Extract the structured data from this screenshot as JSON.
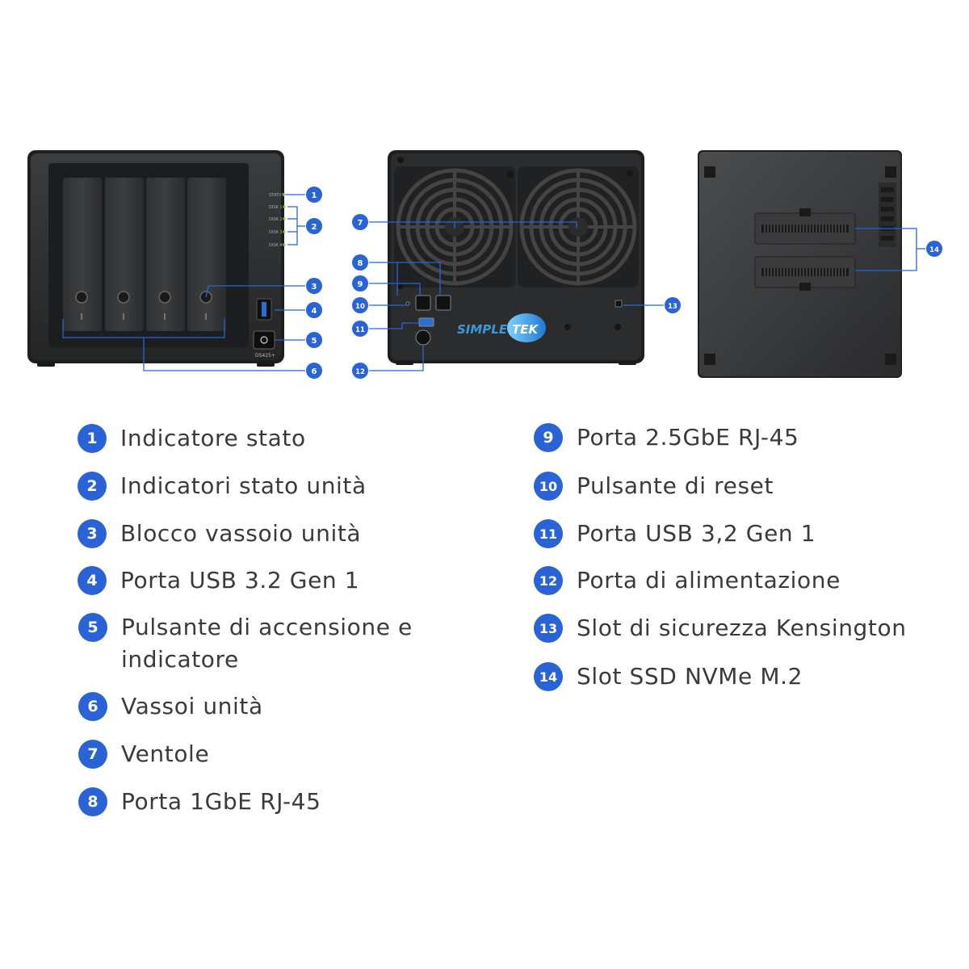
{
  "device": {
    "front_led_labels": [
      "STATUS",
      "DISK 1",
      "DISK 2",
      "DISK 3",
      "DISK 4"
    ],
    "model_label": "DS425+",
    "brand_logo": {
      "part1": "SIMPLE",
      "part2": "TEK"
    }
  },
  "callouts": [
    "1",
    "2",
    "3",
    "4",
    "5",
    "6",
    "7",
    "8",
    "9",
    "10",
    "11",
    "12",
    "13",
    "14"
  ],
  "legend": [
    {
      "num": "1",
      "label": "Indicatore stato"
    },
    {
      "num": "2",
      "label": "Indicatori stato unità"
    },
    {
      "num": "3",
      "label": "Blocco vassoio unità"
    },
    {
      "num": "4",
      "label": "Porta USB 3.2 Gen 1"
    },
    {
      "num": "5",
      "label": "Pulsante di accensione e indicatore"
    },
    {
      "num": "6",
      "label": "Vassoi unità"
    },
    {
      "num": "7",
      "label": "Ventole"
    },
    {
      "num": "8",
      "label": "Porta 1GbE RJ-45"
    },
    {
      "num": "9",
      "label": "Porta 2.5GbE RJ-45"
    },
    {
      "num": "10",
      "label": "Pulsante di reset"
    },
    {
      "num": "11",
      "label": "Porta USB 3,2 Gen 1"
    },
    {
      "num": "12",
      "label": "Porta di alimentazione"
    },
    {
      "num": "13",
      "label": "Slot di sicurezza Kensington"
    },
    {
      "num": "14",
      "label": "Slot SSD NVMe M.2"
    }
  ],
  "colors": {
    "badge": "#2a63d6",
    "device": "#2b2d2f",
    "text": "#3a3a3a",
    "logo": "#3a9ad9"
  }
}
